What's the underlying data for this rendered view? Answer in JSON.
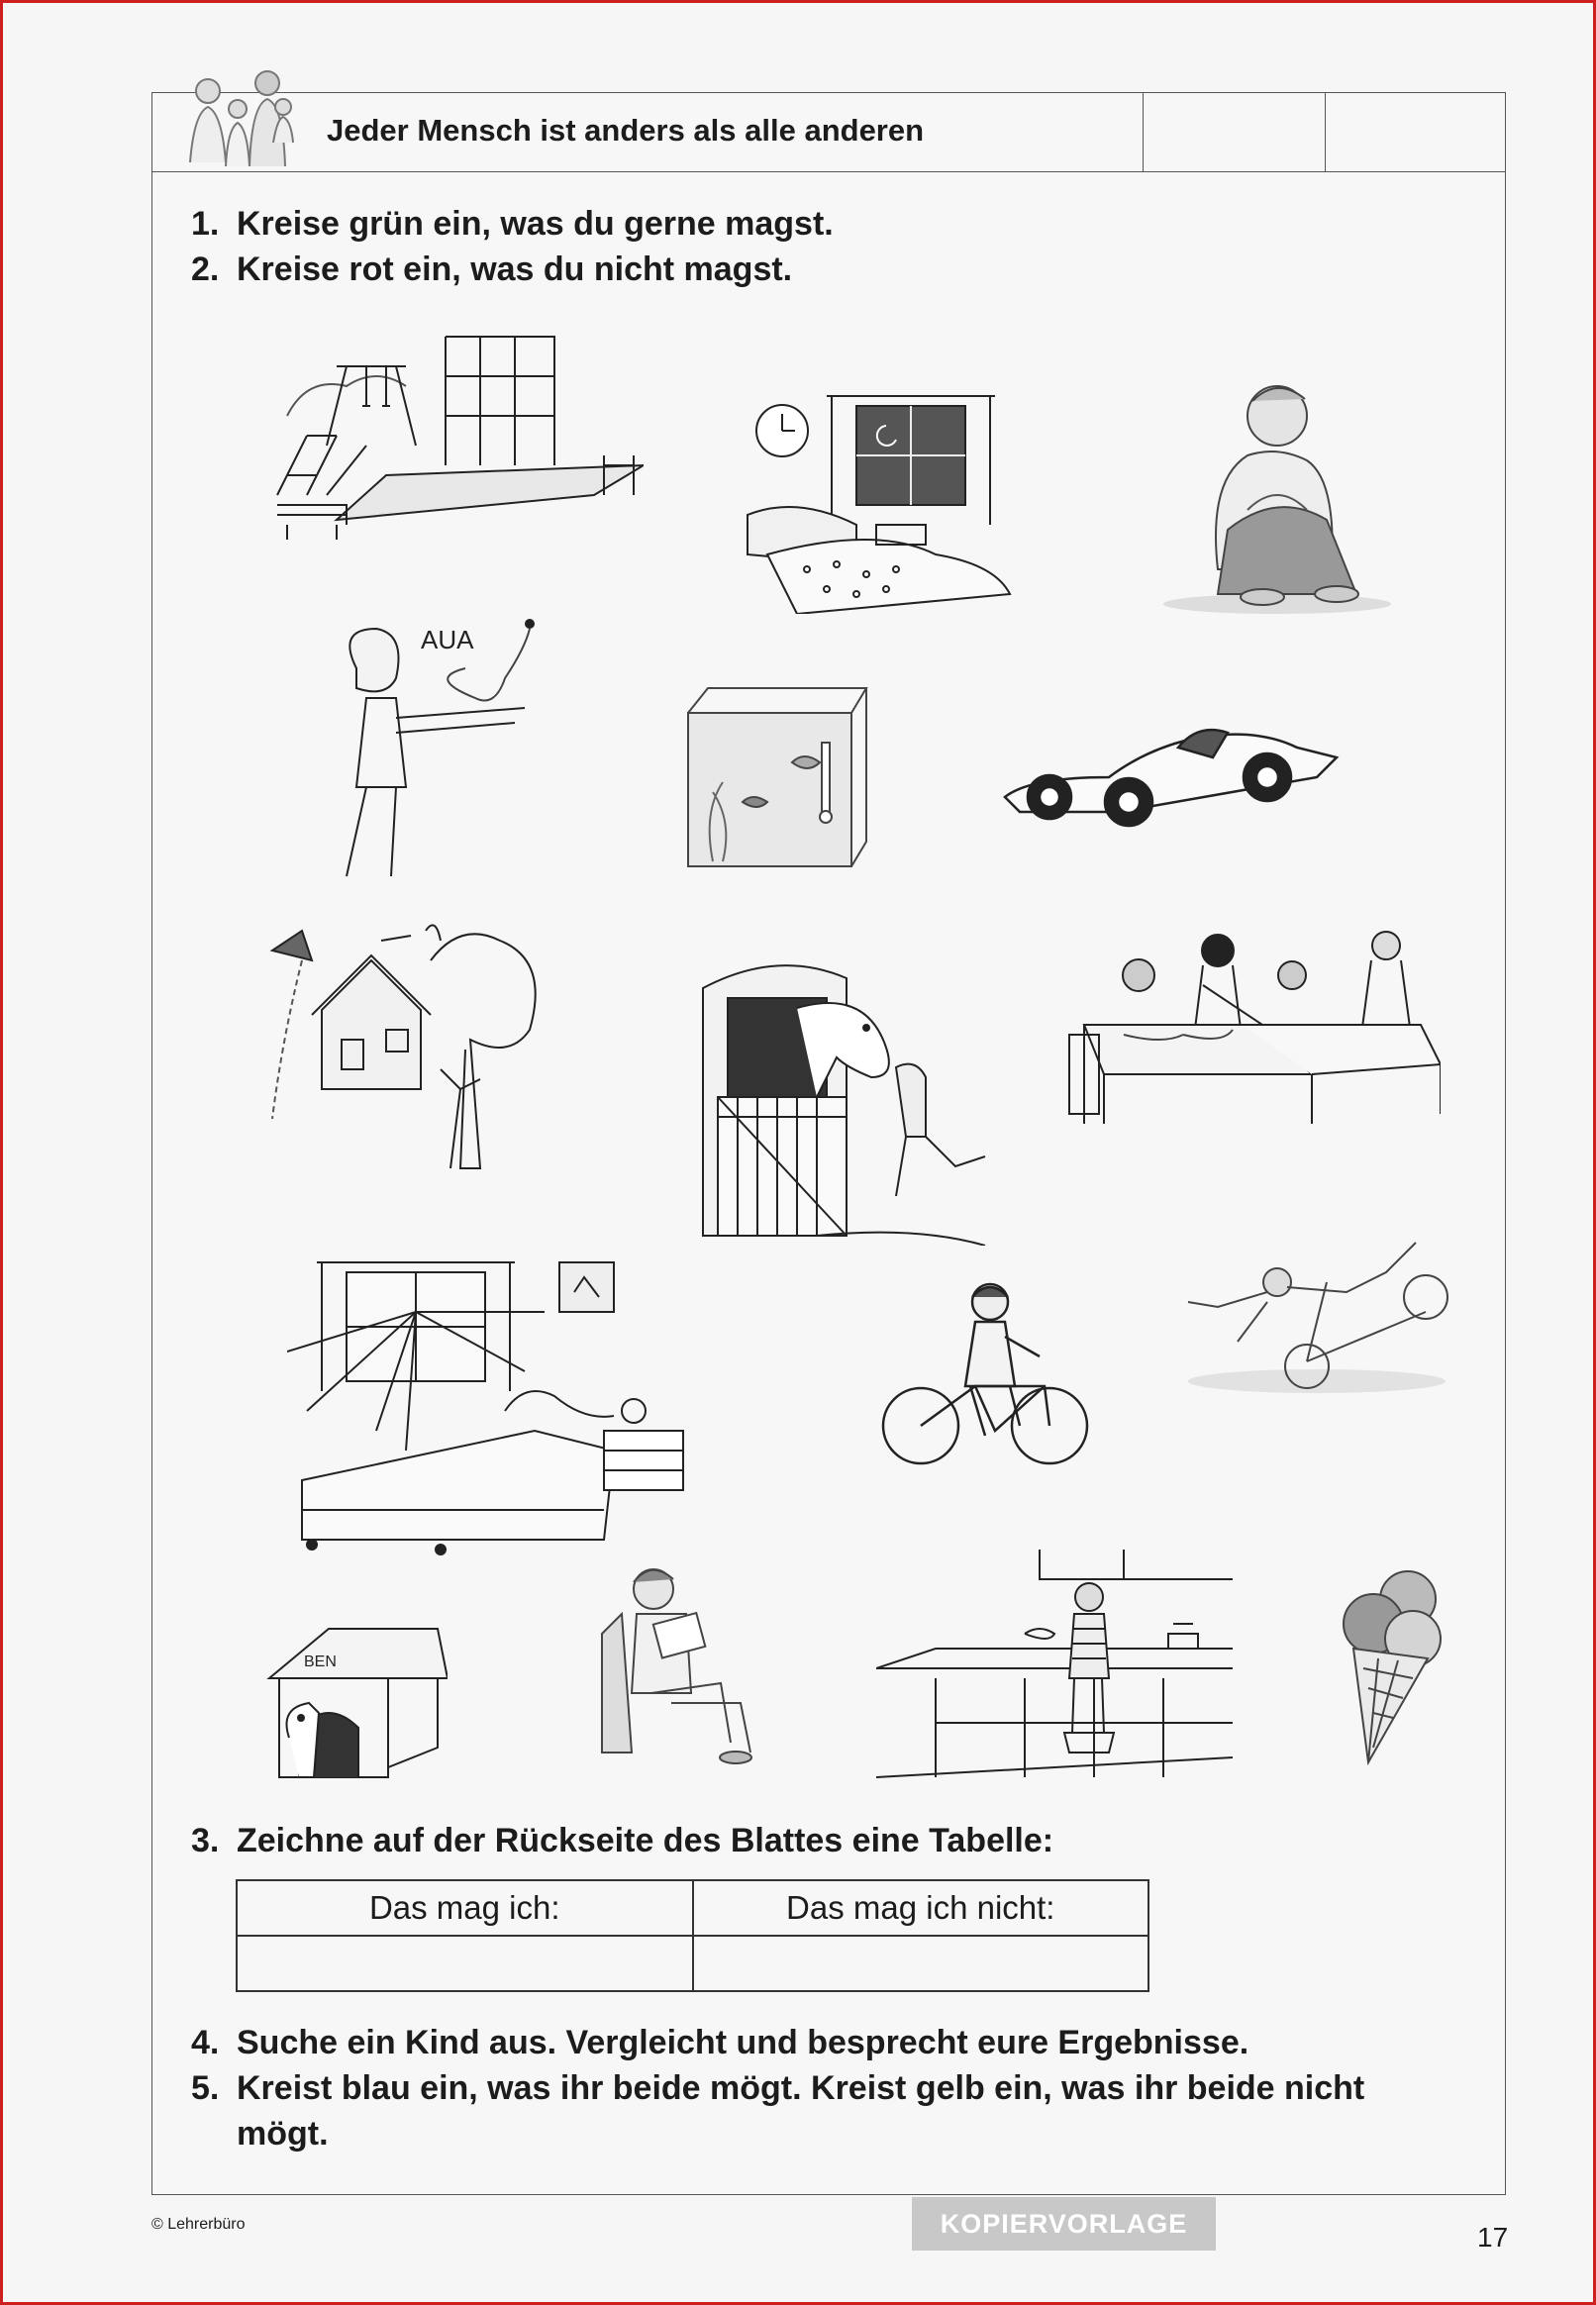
{
  "header": {
    "title": "Jeder Mensch ist anders als alle anderen"
  },
  "tasks": [
    {
      "num": "1.",
      "text": "Kreise grün ein, was du gerne magst."
    },
    {
      "num": "2.",
      "text": "Kreise rot ein, was du nicht magst."
    },
    {
      "num": "3.",
      "text": "Zeichne auf der Rückseite des Blattes eine Tabelle:"
    },
    {
      "num": "4.",
      "text": "Suche ein Kind aus. Vergleicht und besprecht eure Ergebnisse."
    },
    {
      "num": "5.",
      "text": "Kreist blau ein, was ihr beide mögt. Kreist gelb ein, was ihr beide nicht mögt."
    }
  ],
  "table": {
    "col1": "Das mag ich:",
    "col2": "Das mag ich nicht:"
  },
  "illustrations": {
    "aua_label": "AUA",
    "doghouse_label": "BEN"
  },
  "footer": {
    "copyright": "© Lehrerbüro",
    "stamp": "KOPIERVORLAGE",
    "page_number": "17"
  }
}
